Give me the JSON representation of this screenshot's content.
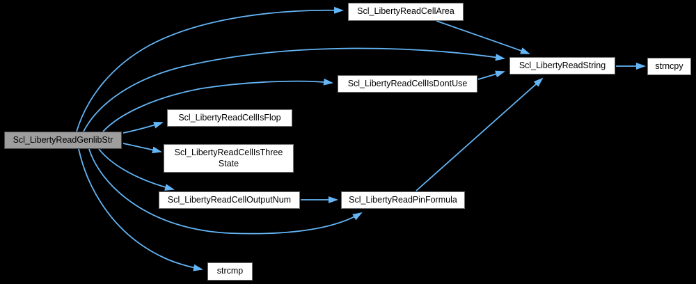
{
  "colors": {
    "background": "#000000",
    "edge": "#64B5F6",
    "node_fill": "#ffffff",
    "node_border": "#707070",
    "focus_fill": "#9e9e9e",
    "focus_border": "#474747",
    "text": "#000000"
  },
  "graph": {
    "type": "call-graph",
    "nodes": [
      {
        "id": "GenlibStr",
        "label": "Scl_LibertyReadGenlibStr",
        "focus": true
      },
      {
        "id": "CellArea",
        "label": "Scl_LibertyReadCellArea"
      },
      {
        "id": "String",
        "label": "Scl_LibertyReadString"
      },
      {
        "id": "strncpy",
        "label": "strncpy"
      },
      {
        "id": "DontUse",
        "label": "Scl_LibertyReadCellIsDontUse"
      },
      {
        "id": "IsFlop",
        "label": "Scl_LibertyReadCellIsFlop"
      },
      {
        "id": "ThreeState",
        "label": "Scl_LibertyReadCellIsThreeState",
        "line1": "Scl_LibertyReadCellIsThree",
        "line2": "State"
      },
      {
        "id": "OutputNum",
        "label": "Scl_LibertyReadCellOutputNum"
      },
      {
        "id": "PinFormula",
        "label": "Scl_LibertyReadPinFormula"
      },
      {
        "id": "strcmp",
        "label": "strcmp"
      }
    ],
    "edges": [
      {
        "from": "Scl_LibertyReadGenlibStr",
        "to": "Scl_LibertyReadCellArea"
      },
      {
        "from": "Scl_LibertyReadGenlibStr",
        "to": "Scl_LibertyReadString"
      },
      {
        "from": "Scl_LibertyReadGenlibStr",
        "to": "Scl_LibertyReadCellIsDontUse"
      },
      {
        "from": "Scl_LibertyReadGenlibStr",
        "to": "Scl_LibertyReadCellIsFlop"
      },
      {
        "from": "Scl_LibertyReadGenlibStr",
        "to": "Scl_LibertyReadCellIsThreeState"
      },
      {
        "from": "Scl_LibertyReadGenlibStr",
        "to": "Scl_LibertyReadCellOutputNum"
      },
      {
        "from": "Scl_LibertyReadGenlibStr",
        "to": "Scl_LibertyReadPinFormula"
      },
      {
        "from": "Scl_LibertyReadGenlibStr",
        "to": "strcmp"
      },
      {
        "from": "Scl_LibertyReadCellArea",
        "to": "Scl_LibertyReadString"
      },
      {
        "from": "Scl_LibertyReadCellIsDontUse",
        "to": "Scl_LibertyReadString"
      },
      {
        "from": "Scl_LibertyReadPinFormula",
        "to": "Scl_LibertyReadString"
      },
      {
        "from": "Scl_LibertyReadCellOutputNum",
        "to": "Scl_LibertyReadPinFormula"
      },
      {
        "from": "Scl_LibertyReadString",
        "to": "strncpy"
      }
    ]
  }
}
